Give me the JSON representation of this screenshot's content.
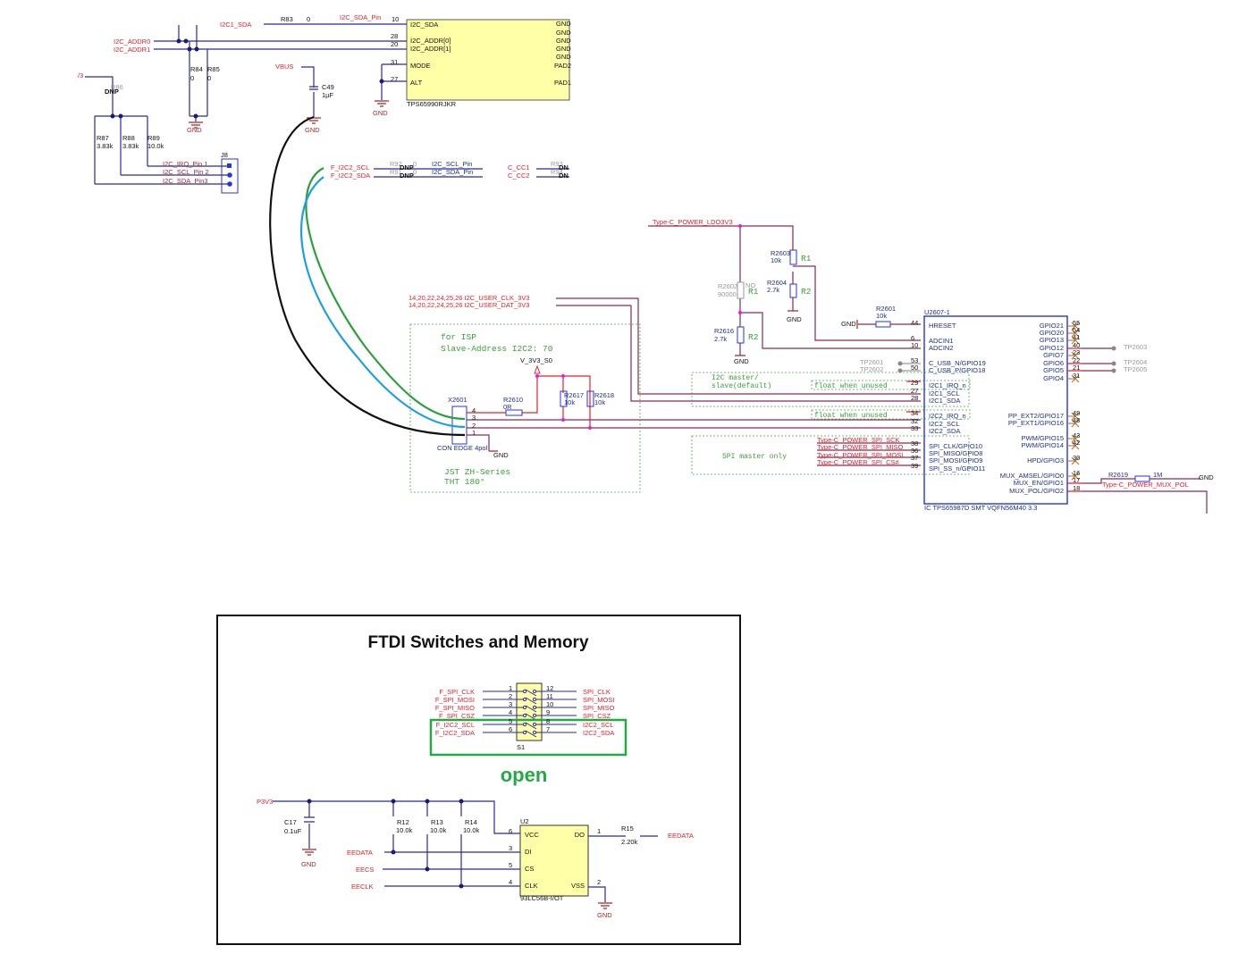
{
  "colors": {
    "net_label": "#e8202a",
    "wire_blue": "#2a2a9a",
    "wire_maroon": "#8a2a55",
    "note_green": "#3aa03a",
    "chip_fill": "#ffffa8",
    "chip_border_blue": "#2233ee",
    "highlight_green": "#22aa44"
  },
  "top_left": {
    "nets": [
      "I2C1_SDA",
      "I2C_SDA_Pin",
      "I2C_ADDR0",
      "I2C_ADDR1",
      "VBUS",
      "/3"
    ],
    "chip": {
      "ref": "TPS65990RJKR",
      "pins_left": [
        "I2C_SDA",
        "I2C_ADDR[0]",
        "I2C_ADDR[1]",
        "MODE",
        "ALT"
      ],
      "pin_numbers": [
        "10",
        "28",
        "20",
        "31",
        "27"
      ],
      "pins_right": [
        "GND",
        "GND",
        "GND",
        "GND",
        "GND",
        "PAD2",
        "PAD1"
      ]
    },
    "resistors": [
      {
        "ref": "R84",
        "value": "0"
      },
      {
        "ref": "R85",
        "value": "0"
      },
      {
        "ref": "R86",
        "value": "DNP"
      },
      {
        "ref": "R87",
        "value": "3.83k"
      },
      {
        "ref": "R88",
        "value": "3.83k"
      },
      {
        "ref": "R89",
        "value": "10.0k"
      },
      {
        "ref": "R83",
        "value": "0"
      }
    ],
    "capacitor": {
      "ref": "C49",
      "value": "1µF"
    },
    "gnd": [
      "GND",
      "GND",
      "GND"
    ],
    "connector": {
      "ref": "J8",
      "pins": [
        "I2C_IRQ_Pin 1",
        "I2C_SCL_Pin 2",
        "I2C_SDA_Pin3"
      ]
    },
    "dnp_block": {
      "nets_left": [
        "F_I2C2_SCL",
        "F_I2C2_SDA"
      ],
      "refs": [
        "R92",
        "R91"
      ],
      "values": [
        "0",
        "0"
      ],
      "dnp": [
        "DNP",
        "DNP"
      ],
      "nets_right": [
        "I2C_SCL_Pin",
        "I2C_SDA_Pin"
      ],
      "cc_nets": [
        "C_CC1",
        "C_CC2"
      ],
      "cc_dnp": [
        "DN",
        "DN"
      ],
      "cc_refs": [
        "R93",
        "R94"
      ]
    }
  },
  "middle": {
    "ldo_net": "Type-C_POWER_LDO3V3",
    "user_nets": [
      "14,20,22,24,25,26  I2C_USER_CLK_3V3",
      "14,20,22,24,25,26  I2C_USER_DAT_3V3"
    ],
    "divider": [
      {
        "ref": "R2603",
        "value": "10k",
        "tag": "R1"
      },
      {
        "ref": "R2604",
        "value": "2.7k",
        "tag": "R2"
      },
      {
        "ref": "R2602",
        "value": "90000",
        "tag": "R1",
        "nofit": "NO"
      },
      {
        "ref": "R2616",
        "value": "2.7k",
        "tag": "R2"
      },
      {
        "ref": "R2601",
        "value": "10k"
      }
    ],
    "gnd": [
      "GND",
      "GND",
      "GND",
      "GND"
    ],
    "isp_box": {
      "line1": "for ISP",
      "line2": "Slave-Address I2C2: 70",
      "line3": "JST ZH-Series",
      "line4": "THT 180°"
    },
    "supply": "V_3V3_S0",
    "connector": {
      "ref": "X2601",
      "desc": "CON EDGE 4pol",
      "pins": [
        "4",
        "3",
        "2",
        "1"
      ]
    },
    "r2610": {
      "ref": "R2610",
      "value": "0R"
    },
    "r2617": {
      "ref": "R2617",
      "value": "10k"
    },
    "r2618": {
      "ref": "R2618",
      "value": "10k"
    },
    "i2c_note": [
      "I2C  master/",
      "slave(default)"
    ],
    "float_note": [
      "float when unused",
      "float when unused"
    ],
    "spi_note": "SPI master only",
    "spi_nets": [
      "Type-C_POWER_SPI_SCK",
      "Type-C_POWER_SPI_MISO",
      "Type-C_POWER_SPI_MOSI",
      "Type-C_POWER_SPI_CS#"
    ],
    "test_points_left": [
      "TP2601",
      "TP2602"
    ]
  },
  "ic": {
    "ref": "U2607-1",
    "desc": "IC TPS65987D SMT VQFN56M40 3.3",
    "left_pins": [
      "HRESET",
      "ADCIN1",
      "ADCIN2",
      "C_USB_N/GPIO19",
      "C_USB_P/GPIO18",
      "I2C1_IRQ_n",
      "I2C1_SCL",
      "I2C1_SDA",
      "I2C2_IRQ_n",
      "I2C2_SCL",
      "I2C2_SDA",
      "SPI_CLK/GPIO10",
      "SPI_MISO/GPIO8",
      "SPI_MOSI/GPIO9",
      "SPI_SS_n/GPIO11"
    ],
    "left_numbers": [
      "44",
      "6",
      "10",
      "53",
      "50",
      "29",
      "27",
      "28",
      "34",
      "32",
      "33",
      "38",
      "36",
      "37",
      "39"
    ],
    "right_pins": [
      "GPIO21",
      "GPIO20",
      "GPIO13",
      "GPIO12",
      "GPIO7",
      "GPIO6",
      "GPIO5",
      "GPIO4",
      "PP_EXT2/GPIO17",
      "PP_EXT1/GPIO16",
      "PWM/GPIO15",
      "PWM/GPIO14",
      "HPD/GPIO3",
      "MUX_AMSEL/GPIO0",
      "MUX_EN/GPIO1",
      "MUX_POL/GPIO2"
    ],
    "right_numbers": [
      "55",
      "54",
      "41",
      "40",
      "23",
      "22",
      "21",
      "31",
      "49",
      "48",
      "43",
      "42",
      "30",
      "16",
      "17",
      "18"
    ],
    "test_points_right": [
      "TP2603",
      "TP2604",
      "TP2605"
    ],
    "r2619": {
      "ref": "R2619",
      "value": "1M"
    },
    "mux_net": "Type-C_POWER_MUX_POL",
    "gnd": "GND"
  },
  "ftdi": {
    "title": "FTDI Switches and Memory",
    "switch": {
      "ref": "S1",
      "left_nets": [
        "F_SPI_CLK",
        "F_SPI_MOSI",
        "F_SPI_MISO",
        "F_SPI_CSZ",
        "F_I2C2_SCL",
        "F_I2C2_SDA"
      ],
      "left_pins": [
        "1",
        "2",
        "3",
        "4",
        "5",
        "6"
      ],
      "right_pins": [
        "12",
        "11",
        "10",
        "9",
        "8",
        "7"
      ],
      "right_nets": [
        "SPI_CLK",
        "SPI_MOSI",
        "SPI_MISO",
        "SPI_CSZ",
        "I2C2_SCL",
        "I2C2_SDA"
      ]
    },
    "state": "open",
    "supply": "P3V3",
    "c17": {
      "ref": "C17",
      "value": "0.1uF"
    },
    "pullups": [
      {
        "ref": "R12",
        "value": "10.0k"
      },
      {
        "ref": "R13",
        "value": "10.0k"
      },
      {
        "ref": "R14",
        "value": "10.0k"
      }
    ],
    "eeprom": {
      "ref": "U2",
      "part": "93LC56B-I/OT",
      "pins_left": [
        "VCC",
        "DI",
        "CS",
        "CLK"
      ],
      "pins_left_numbers": [
        "6",
        "3",
        "5",
        "4"
      ],
      "pins_right": [
        "DO",
        "VSS"
      ],
      "pins_right_numbers": [
        "1",
        "2"
      ]
    },
    "inputs": [
      "EEDATA",
      "EECS",
      "EECLK"
    ],
    "r15": {
      "ref": "R15",
      "value": "2.20k"
    },
    "output": "EEDATA",
    "gnd": [
      "GND",
      "GND"
    ]
  }
}
